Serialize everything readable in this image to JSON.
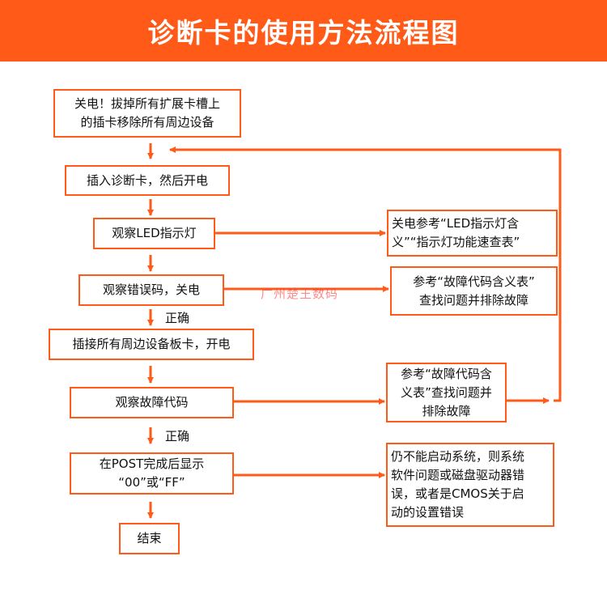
{
  "title": "诊断卡的使用方法流程图",
  "steps": [
    "关电！拔掉所有扩展卡槽上\n的插卡移除所有周边设备",
    "插入诊断卡，然后开电",
    "观察LED指示灯",
    "观察错误码，关电",
    "插接所有周边设备板卡，开电",
    "观察故障代码",
    "在POST完成后显示\n“00”或“FF”",
    "结束"
  ],
  "side_notes": [
    "关电参考“LED指示灯含\n义”“指示灯功能速查表”",
    "参考“故障代码含义表”\n查找问题并排除故障",
    "参考“故障代码含\n义表”查找问题并\n排除故障",
    "仍不能启动系统，则系统\n软件问题或磁盘驱动器错\n误，或者是CMOS关于启\n动的设置错误"
  ],
  "labels": {
    "correct_1": "正确",
    "correct_2": "正确"
  },
  "watermark": "广州楚王数码",
  "colors": {
    "accent": "#ff5a17"
  }
}
